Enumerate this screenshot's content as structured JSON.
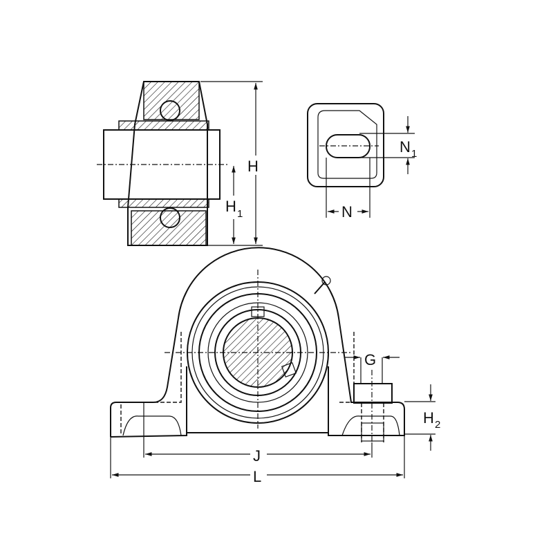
{
  "dimensions": {
    "H": "H",
    "H1": {
      "main": "H",
      "sub": "1"
    },
    "N": "N",
    "N1": {
      "main": "N",
      "sub": "1"
    },
    "G": "G",
    "H2": {
      "main": "H",
      "sub": "2"
    },
    "J": "J",
    "L": "L"
  }
}
